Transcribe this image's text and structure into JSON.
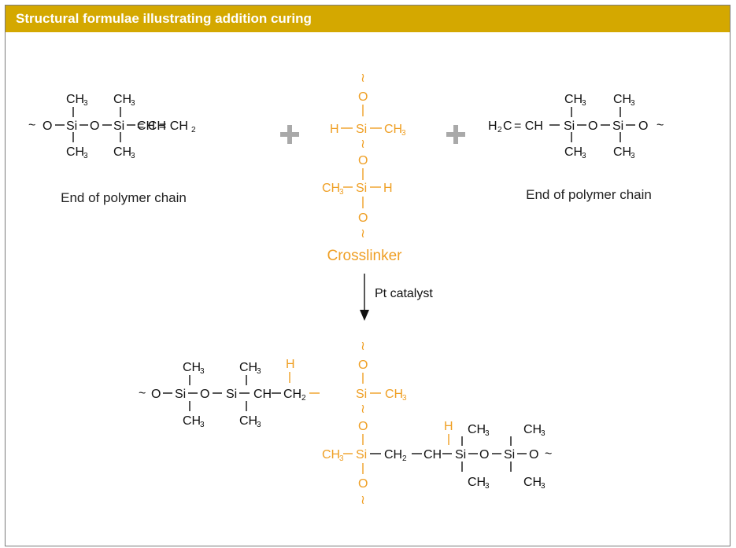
{
  "header": {
    "title": "Structural formulae illustrating addition curing"
  },
  "labels": {
    "left_caption": "End of polymer chain",
    "right_caption": "End of polymer chain",
    "crosslinker_caption": "Crosslinker",
    "catalyst": "Pt catalyst"
  },
  "colors": {
    "header_bg": "#d4a800",
    "crosslinker": "#ef9f24",
    "plus": "#a9a9a9",
    "text": "#111111"
  },
  "atoms": {
    "tilde": "~",
    "wave": "≀",
    "O": "O",
    "Si": "Si",
    "H": "H",
    "C": "C",
    "CH": "CH",
    "H2C": "H",
    "eqCH": "= CH",
    "eqCH2": "= CH",
    "CH3": "CH",
    "sub3": "3",
    "sub2": "2",
    "minus": "−"
  }
}
